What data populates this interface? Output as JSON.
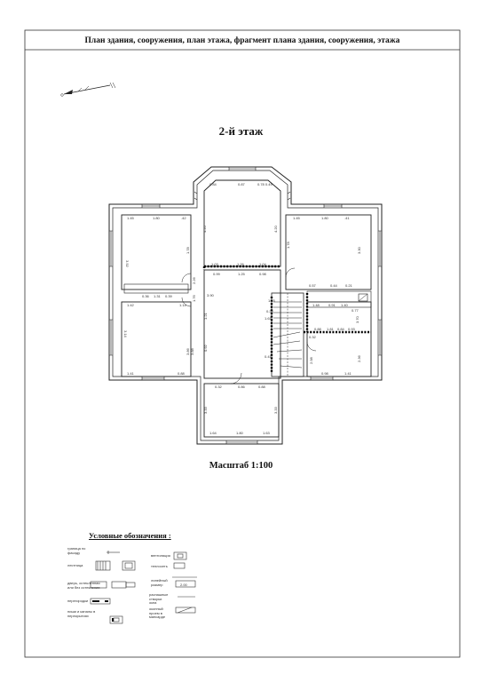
{
  "header": {
    "title": "План здания, сооружения, план этажа, фрагмент плана здания, сооружения, этажа"
  },
  "plan": {
    "floor_title": "2-й этаж",
    "scale": "Масштаб 1:100"
  },
  "legend": {
    "title": "Условные обозначения :",
    "items": [
      "граница по\nфасаду",
      "лестница",
      "дверь, остекленная\nили без остекления",
      "перегородки",
      "ниши и каналы в\nперекрытиях",
      "вентиляция",
      "теплосеть",
      "линейный\nразмер",
      "распашные\nстворки\nокна",
      "оконный\nпроем в\nмансарде"
    ],
    "sample_dimension": "2.00"
  },
  "dimensions": {
    "bay_top": [
      "0.84",
      "0.87",
      "0.78 0.49"
    ],
    "bay_side_left": "4.20",
    "bay_side_right": "4.20",
    "room_nw_top": [
      "1.45",
      "1.80",
      ".42"
    ],
    "room_nw_side": "3.92",
    "room_nw_inner": "1.78",
    "room_ne_top": [
      "1.45",
      "1.80",
      ".41"
    ],
    "room_ne_side": "3.30",
    "room_ne_left": "1.78",
    "corridor_top": [
      "1.03",
      "1.26",
      "1.04"
    ],
    "corridor_mid": [
      "0.99",
      "1.25",
      "0.98"
    ],
    "corridor_left_col": [
      "2.26",
      "1.76",
      "1.21",
      "0.92"
    ],
    "room_w_top": [
      "1.42",
      "1.14"
    ],
    "room_w_side": "3.14",
    "room_w_inner": "3.86",
    "room_w_bottom": [
      "1.41",
      "0.88"
    ],
    "hall_side": "3.88",
    "hall_label": "3.90",
    "hall_bottom": [
      "0.32",
      "0.86",
      "0.88"
    ],
    "small_row": [
      "0.36",
      "1.31",
      "0.39"
    ],
    "stair_labels": [
      "0.57",
      "0.44",
      "0.21",
      "1.48",
      "0.91",
      "1.40",
      "0.77",
      "1.15",
      "1.81",
      "0.84",
      "0.93",
      "0.88",
      "3.70",
      "2.98",
      "2.36",
      "0.41",
      "0.32",
      "1.61",
      "0.25"
    ],
    "room_e_bottom": [
      "0.98",
      "1.41"
    ],
    "room_s_side_left": "3.33",
    "room_s_side_right": "3.33",
    "room_s_bottom": [
      "1.64",
      "1.80",
      "1.63"
    ],
    "room_s_top": [
      "0.32",
      "0.86",
      "0.88"
    ]
  }
}
